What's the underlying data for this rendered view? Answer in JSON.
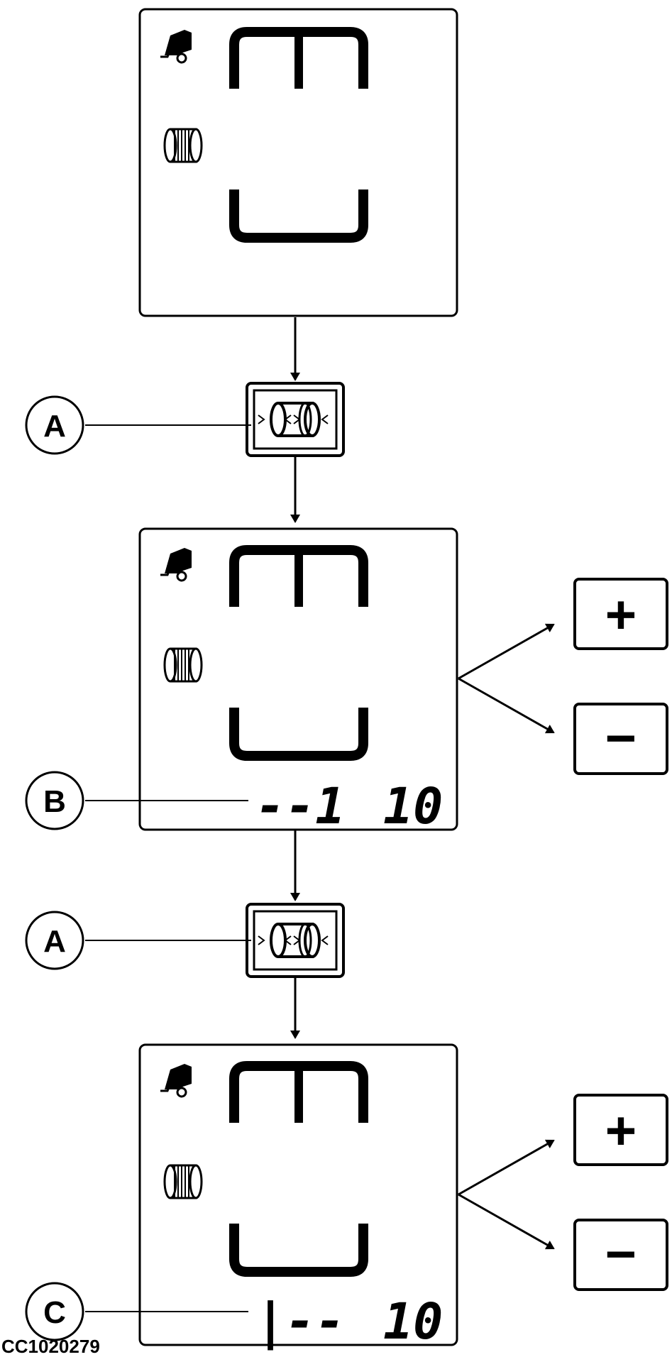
{
  "callouts": {
    "a": "A",
    "b": "B",
    "c": "C"
  },
  "screens": [
    {
      "readout_left": "",
      "readout_right": ""
    },
    {
      "readout_left": "--1",
      "readout_right": "10"
    },
    {
      "readout_left": "|--",
      "readout_right": "10"
    }
  ],
  "buttons": {
    "plus_label": "+",
    "minus_label": "−"
  },
  "figure_id": "CC1020279",
  "icons": {
    "baler": "baler-icon",
    "bale": "bale-icon",
    "bale_button": "bale-select-button-icon"
  },
  "colors": {
    "ink": "#000000",
    "paper": "#ffffff"
  }
}
